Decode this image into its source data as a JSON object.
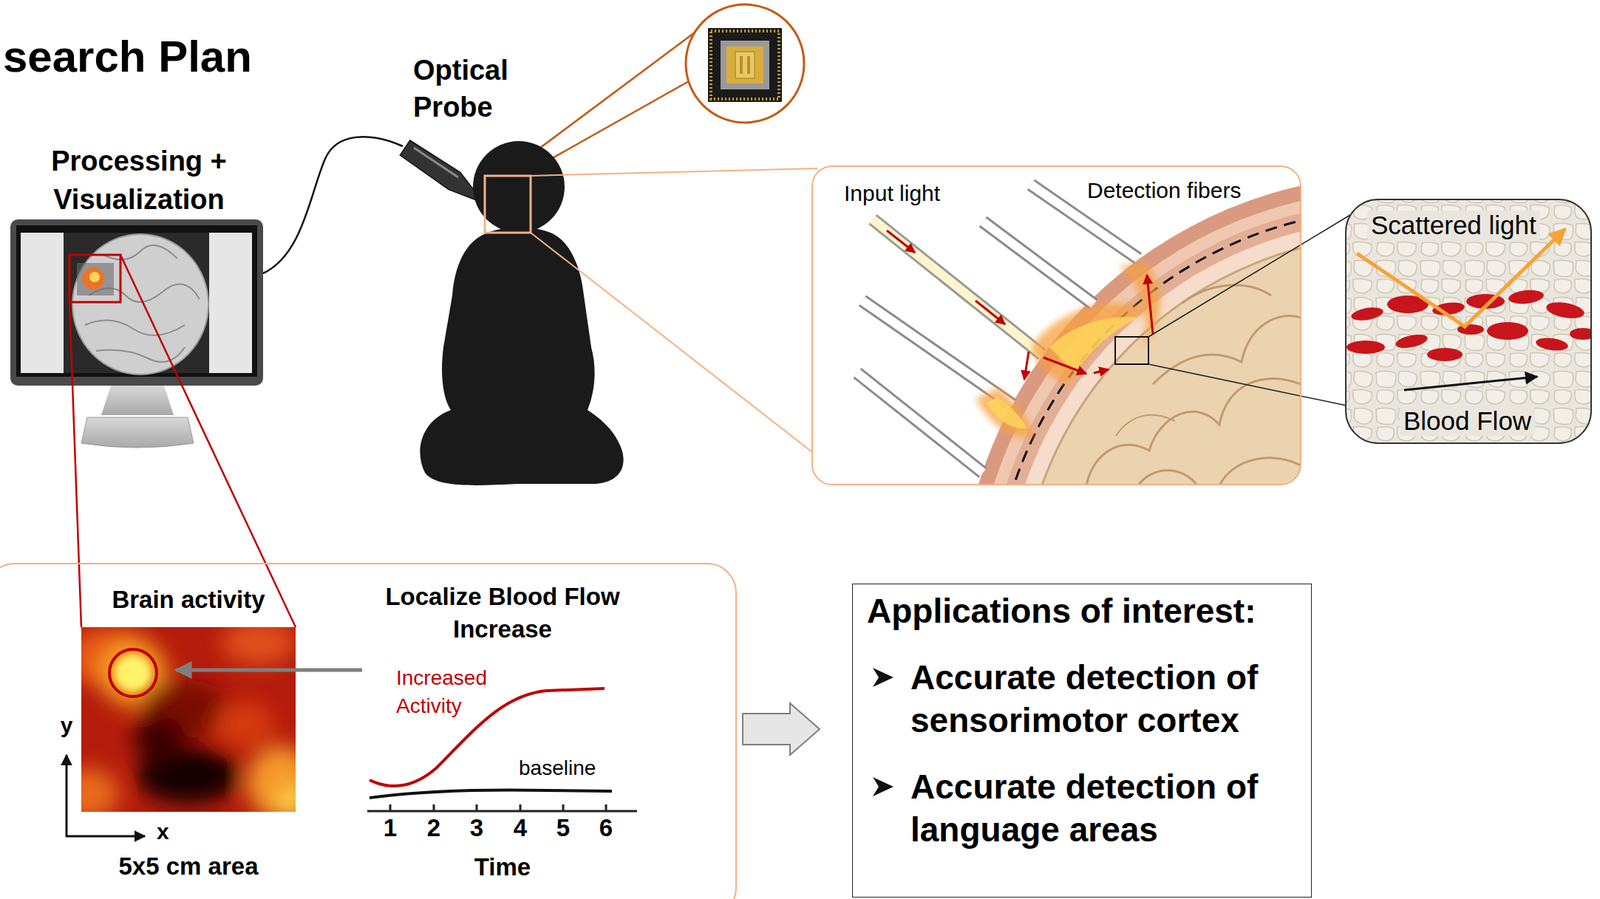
{
  "diagram": {
    "title": "search Plan",
    "nodes": [
      {
        "text": [
          "Processing + Visualization"
        ]
      },
      {
        "text": [
          "Input light",
          "Detection fibers"
        ]
      },
      {
        "text": [
          "Scattered light",
          "Blood Flow"
        ]
      },
      {
        "text": [
          "Localize Blood Flow Increase"
        ]
      },
      {
        "text": [
          "Brain activity",
          "5x5 cm area"
        ],
        "in": 3
      },
      {
        "text": [
          "Applications of interest:",
          "Accurate detection of sensorimotor cortex",
          "Accurate detection of language areas"
        ]
      }
    ],
    "edges": [
      {
        "from": 0,
        "to": 4,
        "arrow": "none"
      },
      {
        "from": 1,
        "to": 2,
        "arrow": "none"
      },
      {
        "from": 3,
        "to": 5,
        "arrow": "to"
      }
    ],
    "labels": [
      "Optical Probe",
      "Increased Activity",
      "baseline",
      "1",
      "2",
      "3",
      "4",
      "5",
      "6",
      "Time",
      "y",
      "x"
    ]
  }
}
